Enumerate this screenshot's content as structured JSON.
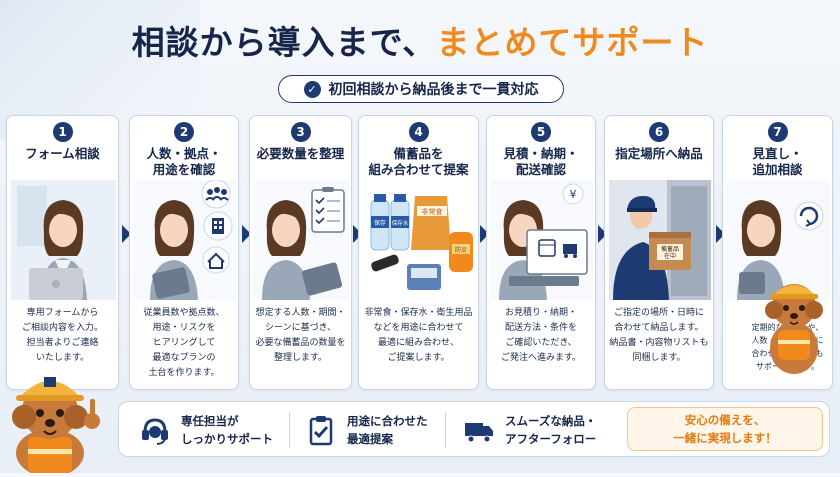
{
  "header": {
    "title_main": "相談から導入まで、",
    "title_accent": "まとめてサポート",
    "subtitle": "初回相談から納品後まで一貫対応"
  },
  "steps": [
    {
      "num": "1",
      "title_lines": [
        "フォーム相談"
      ],
      "desc_lines": [
        "専用フォームから",
        "ご相談内容を入力。",
        "担当者よりご連絡",
        "いたします。"
      ],
      "image": "woman-laptop"
    },
    {
      "num": "2",
      "title_lines": [
        "人数・拠点・",
        "用途を確認"
      ],
      "desc_lines": [
        "従業員数や拠点数、",
        "用途・リスクを",
        "ヒアリングして",
        "最適なプランの",
        "土台を作ります。"
      ],
      "image": "woman-tablet"
    },
    {
      "num": "3",
      "title_lines": [
        "必要数量を整理"
      ],
      "desc_lines": [
        "想定する人数・期間・",
        "シーンに基づき、",
        "必要な備蓄品の数量を",
        "整理します。"
      ],
      "image": "woman-checklist"
    },
    {
      "num": "4",
      "title_lines": [
        "備蓄品を",
        "組み合わせて提案"
      ],
      "desc_lines": [
        "非常食・保存水・衛生用品",
        "などを用途に合わせて",
        "最適に組み合わせ、",
        "ご提案します。"
      ],
      "image": "supplies",
      "labels": {
        "water1": "保存",
        "water2": "保存水",
        "food": "非常食",
        "bag": "防災"
      }
    },
    {
      "num": "5",
      "title_lines": [
        "見積・納期・",
        "配送確認"
      ],
      "desc_lines": [
        "お見積り・納期・",
        "配送方法・条件を",
        "ご確認いただき、",
        "ご発注へ進みます。"
      ],
      "image": "woman-laptop-invoice",
      "labels": {
        "yen": "¥"
      }
    },
    {
      "num": "6",
      "title_lines": [
        "指定場所へ納品"
      ],
      "desc_lines": [
        "ご指定の場所・日時に",
        "合わせて納品します。",
        "納品書・内容物リストも",
        "同梱します。"
      ],
      "image": "delivery",
      "labels": {
        "box1": "備蓄品",
        "box2": "在中"
      }
    },
    {
      "num": "7",
      "title_lines": [
        "見直し・",
        "追加相談"
      ],
      "desc_lines": [
        "定期的な見直しや、",
        "人数・拠点の変化に",
        "合わせた追加相談も",
        "サポートします。"
      ],
      "image": "woman-wave"
    }
  ],
  "features": [
    {
      "lines": [
        "専任担当が",
        "しっかりサポート"
      ],
      "icon": "headset-icon"
    },
    {
      "lines": [
        "用途に合わせた",
        "最適提案"
      ],
      "icon": "clipboard-check-icon"
    },
    {
      "lines": [
        "スムーズな納品・",
        "アフターフォロー"
      ],
      "icon": "truck-icon"
    }
  ],
  "callout": {
    "lines": [
      "安心の備えを、",
      "一緒に実現します！"
    ]
  },
  "colors": {
    "navy": "#1d3a73",
    "accent": "#f08a1c",
    "card_border": "#c9d6e8"
  }
}
